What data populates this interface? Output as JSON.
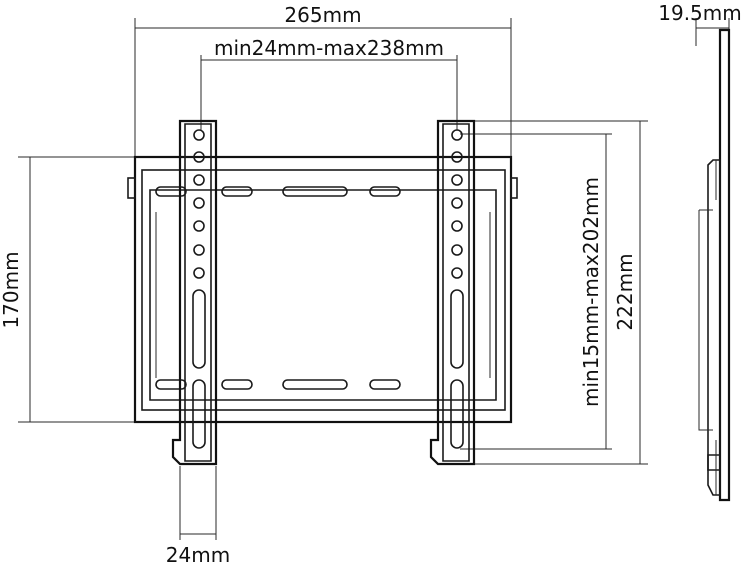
{
  "dimensions": {
    "overall_width": "265mm",
    "vesa_horizontal": "min24mm-max238mm",
    "overall_height": "170mm",
    "vesa_vertical": "min15mm-max202mm",
    "arm_height": "222mm",
    "arm_width": "24mm",
    "depth": "19.5mm"
  }
}
